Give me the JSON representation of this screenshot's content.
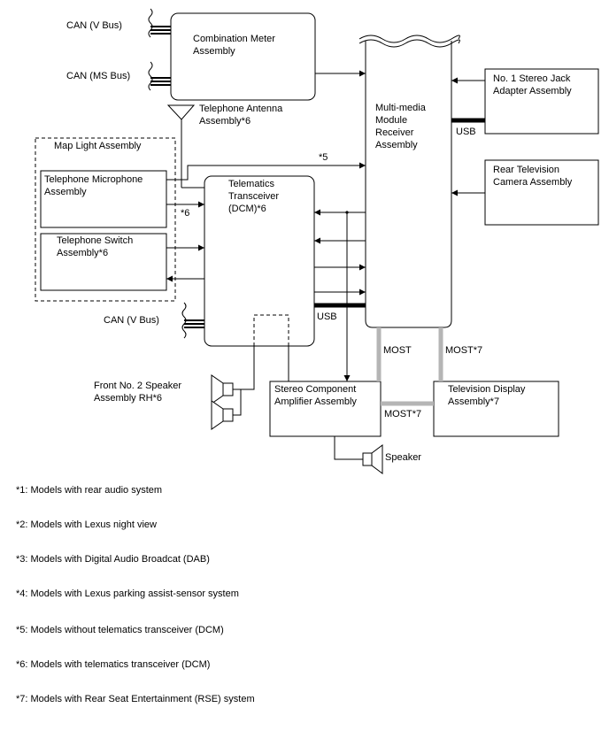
{
  "boxes": {
    "combination_meter": [
      "Combination Meter",
      "Assembly"
    ],
    "multimedia_receiver": [
      "Multi-media",
      "Module",
      "Receiver",
      "Assembly"
    ],
    "stereo_jack_adapter": [
      "No. 1 Stereo Jack",
      "Adapter Assembly"
    ],
    "rear_tv_camera": [
      "Rear Television",
      "Camera Assembly"
    ],
    "map_light": [
      "Map Light Assembly"
    ],
    "telephone_microphone": [
      "Telephone Microphone",
      "Assembly"
    ],
    "telephone_switch": [
      "Telephone Switch",
      "Assembly*6"
    ],
    "telematics_transceiver": [
      "Telematics",
      "Transceiver",
      "(DCM)*6"
    ],
    "stereo_amplifier": [
      "Stereo Component",
      "Amplifier Assembly"
    ],
    "tv_display": [
      "Television Display",
      "Assembly*7"
    ]
  },
  "labels": {
    "can_v_bus_top": "CAN (V Bus)",
    "can_ms_bus": "CAN (MS Bus)",
    "can_v_bus_bottom": "CAN (V Bus)",
    "telephone_antenna": [
      "Telephone Antenna",
      "Assembly*6"
    ],
    "usb_jack": "USB",
    "usb_dcm": "USB",
    "note_5": "*5",
    "note_6": "*6",
    "most": "MOST",
    "most_7_vertical": "MOST*7",
    "most_7_horizontal": "MOST*7",
    "front_speaker": [
      "Front No. 2 Speaker",
      "Assembly RH*6"
    ],
    "speaker": "Speaker"
  },
  "footnotes": [
    "*1: Models with rear audio system",
    "*2: Models with Lexus night view",
    "*3: Models with Digital Audio Broadcat (DAB)",
    "*4: Models with Lexus parking assist-sensor system",
    "*5: Models without telematics transceiver (DCM)",
    "*6: Models with telematics transceiver (DCM)",
    "*7: Models with Rear Seat Entertainment (RSE) system"
  ]
}
